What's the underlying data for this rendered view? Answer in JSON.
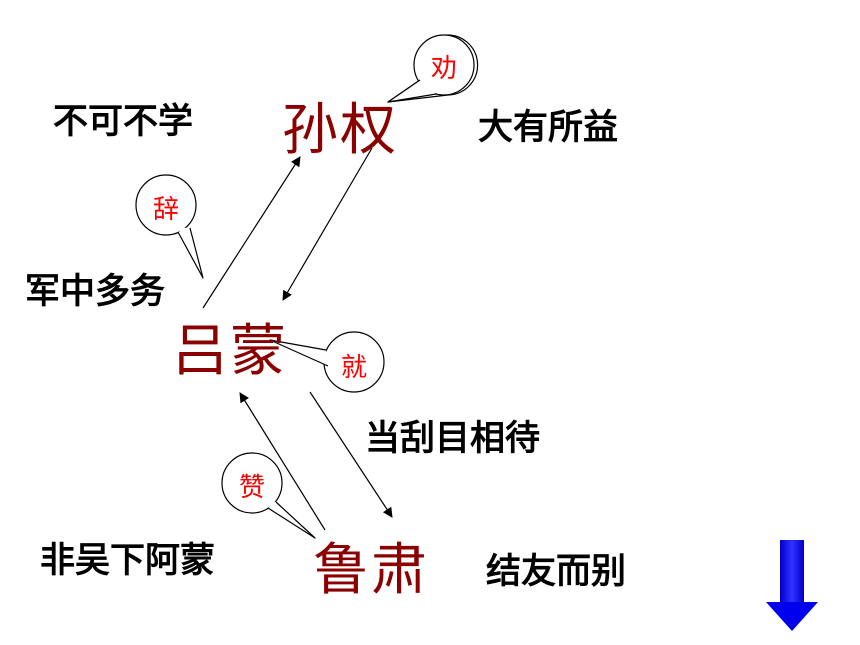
{
  "people": {
    "sunquan": "孙权",
    "lvmeng": "吕蒙",
    "lusu": "鲁肃"
  },
  "actions": {
    "quan": "劝",
    "ci": "辞",
    "jiu": "就",
    "zan": "赞"
  },
  "phrases": {
    "bukebuxue": "不可不学",
    "dayousuoyi": "大有所益",
    "junzhongduowu": "军中多务",
    "danguamuxiangdai": "当刮目相待",
    "feiwuxiaamemg": "非吴下阿蒙",
    "jieyouerbie": "结友而别"
  },
  "colors": {
    "person": "#8b0000",
    "action": "#ff0000",
    "nav_arrow": "#0000ff"
  },
  "nav": {
    "icon": "down-arrow-icon"
  }
}
